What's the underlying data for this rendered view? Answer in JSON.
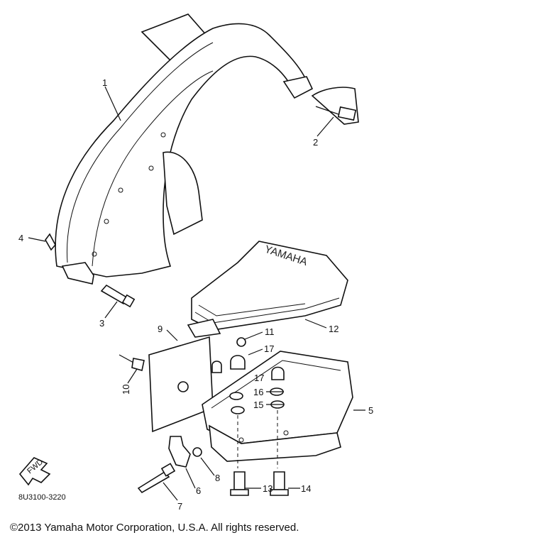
{
  "diagram": {
    "callouts": [
      "1",
      "2",
      "3",
      "4",
      "5",
      "6",
      "7",
      "8",
      "9",
      "10",
      "11",
      "12",
      "13",
      "14",
      "15",
      "16",
      "17",
      "17"
    ],
    "logo_text": "YAMAHA",
    "front_arrow_text": "FWD",
    "part_code": "8U3100-3220"
  },
  "footer": {
    "copyright": "©2013 Yamaha Motor Corporation, U.S.A. All rights reserved."
  }
}
